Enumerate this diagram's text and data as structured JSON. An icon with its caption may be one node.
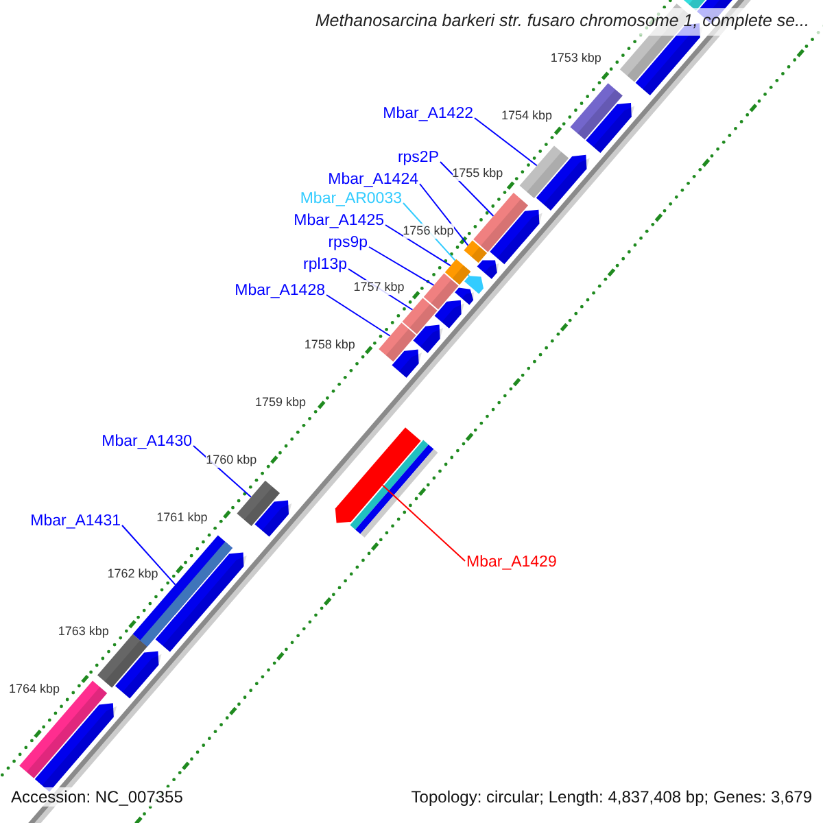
{
  "diagram": {
    "title": "Methanosarcina barkeri str. fusaro chromosome 1, complete se...",
    "nodes": [
      {
        "text": [
          "Mbar_A1422"
        ]
      },
      {
        "text": [
          "rps2P"
        ]
      },
      {
        "text": [
          "Mbar_A1424"
        ]
      },
      {
        "text": [
          "Mbar_AR0033"
        ]
      },
      {
        "text": [
          "Mbar_A1425"
        ]
      },
      {
        "text": [
          "rps9p"
        ]
      },
      {
        "text": [
          "rpl13p"
        ]
      },
      {
        "text": [
          "Mbar_A1428"
        ]
      },
      {
        "text": [
          "Mbar_A1430"
        ]
      },
      {
        "text": [
          "Mbar_A1431"
        ]
      },
      {
        "text": [
          "Mbar_A1429"
        ]
      },
      {
        "text": [],
        "shape": "bar"
      },
      {
        "text": [],
        "shape": "bar"
      },
      {
        "text": [],
        "shape": "bar"
      },
      {
        "text": [],
        "shape": "bar"
      },
      {
        "text": [],
        "shape": "bar"
      },
      {
        "text": [],
        "shape": "bar"
      },
      {
        "text": [],
        "shape": "bar"
      },
      {
        "text": [],
        "shape": "bar"
      },
      {
        "text": [],
        "shape": "bar"
      },
      {
        "text": [],
        "shape": "bar"
      },
      {
        "text": [],
        "shape": "bar"
      }
    ],
    "edges": [
      {
        "from": 0,
        "to": 11,
        "arrow": "none"
      },
      {
        "from": 1,
        "to": 12,
        "arrow": "none"
      },
      {
        "from": 2,
        "to": 13,
        "arrow": "none"
      },
      {
        "from": 3,
        "to": 14,
        "arrow": "none",
        "color": "#33ccff"
      },
      {
        "from": 4,
        "to": 15,
        "arrow": "none"
      },
      {
        "from": 5,
        "to": 16,
        "arrow": "none"
      },
      {
        "from": 6,
        "to": 17,
        "arrow": "none"
      },
      {
        "from": 7,
        "to": 18,
        "arrow": "none"
      },
      {
        "from": 8,
        "to": 19,
        "arrow": "none"
      },
      {
        "from": 9,
        "to": 20,
        "arrow": "none"
      },
      {
        "from": 10,
        "to": 21,
        "arrow": "none",
        "color": "#ff0000"
      }
    ],
    "labels": [
      "1753 kbp",
      "1754 kbp",
      "1755 kbp",
      "1756 kbp",
      "1757 kbp",
      "1758 kbp",
      "1759 kbp",
      "1760 kbp",
      "1761 kbp",
      "1762 kbp",
      "1763 kbp",
      "1764 kbp",
      "Accession: NC_007355",
      "Topology: circular; Length: 4,837,408 bp; Genes: 3,679"
    ]
  }
}
